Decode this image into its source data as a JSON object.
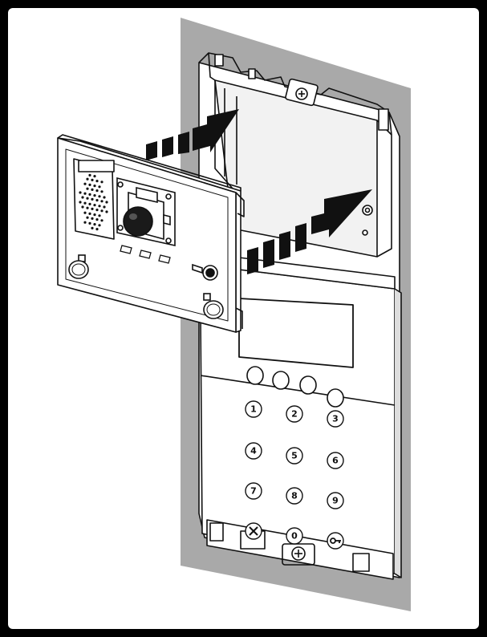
{
  "diagram": {
    "colors": {
      "wall": "#a9a9a9",
      "line": "#111111",
      "panel": "#ffffff",
      "button": "#1a1a1a"
    },
    "icons": [
      "speaker-grille-icon",
      "camera-lens-icon",
      "insertion-arrow-icon",
      "cancel-x-icon",
      "key-icon",
      "screw-icon"
    ],
    "keypad": {
      "keys": [
        "1",
        "2",
        "3",
        "4",
        "5",
        "6",
        "7",
        "8",
        "9",
        "",
        "0",
        ""
      ]
    }
  }
}
